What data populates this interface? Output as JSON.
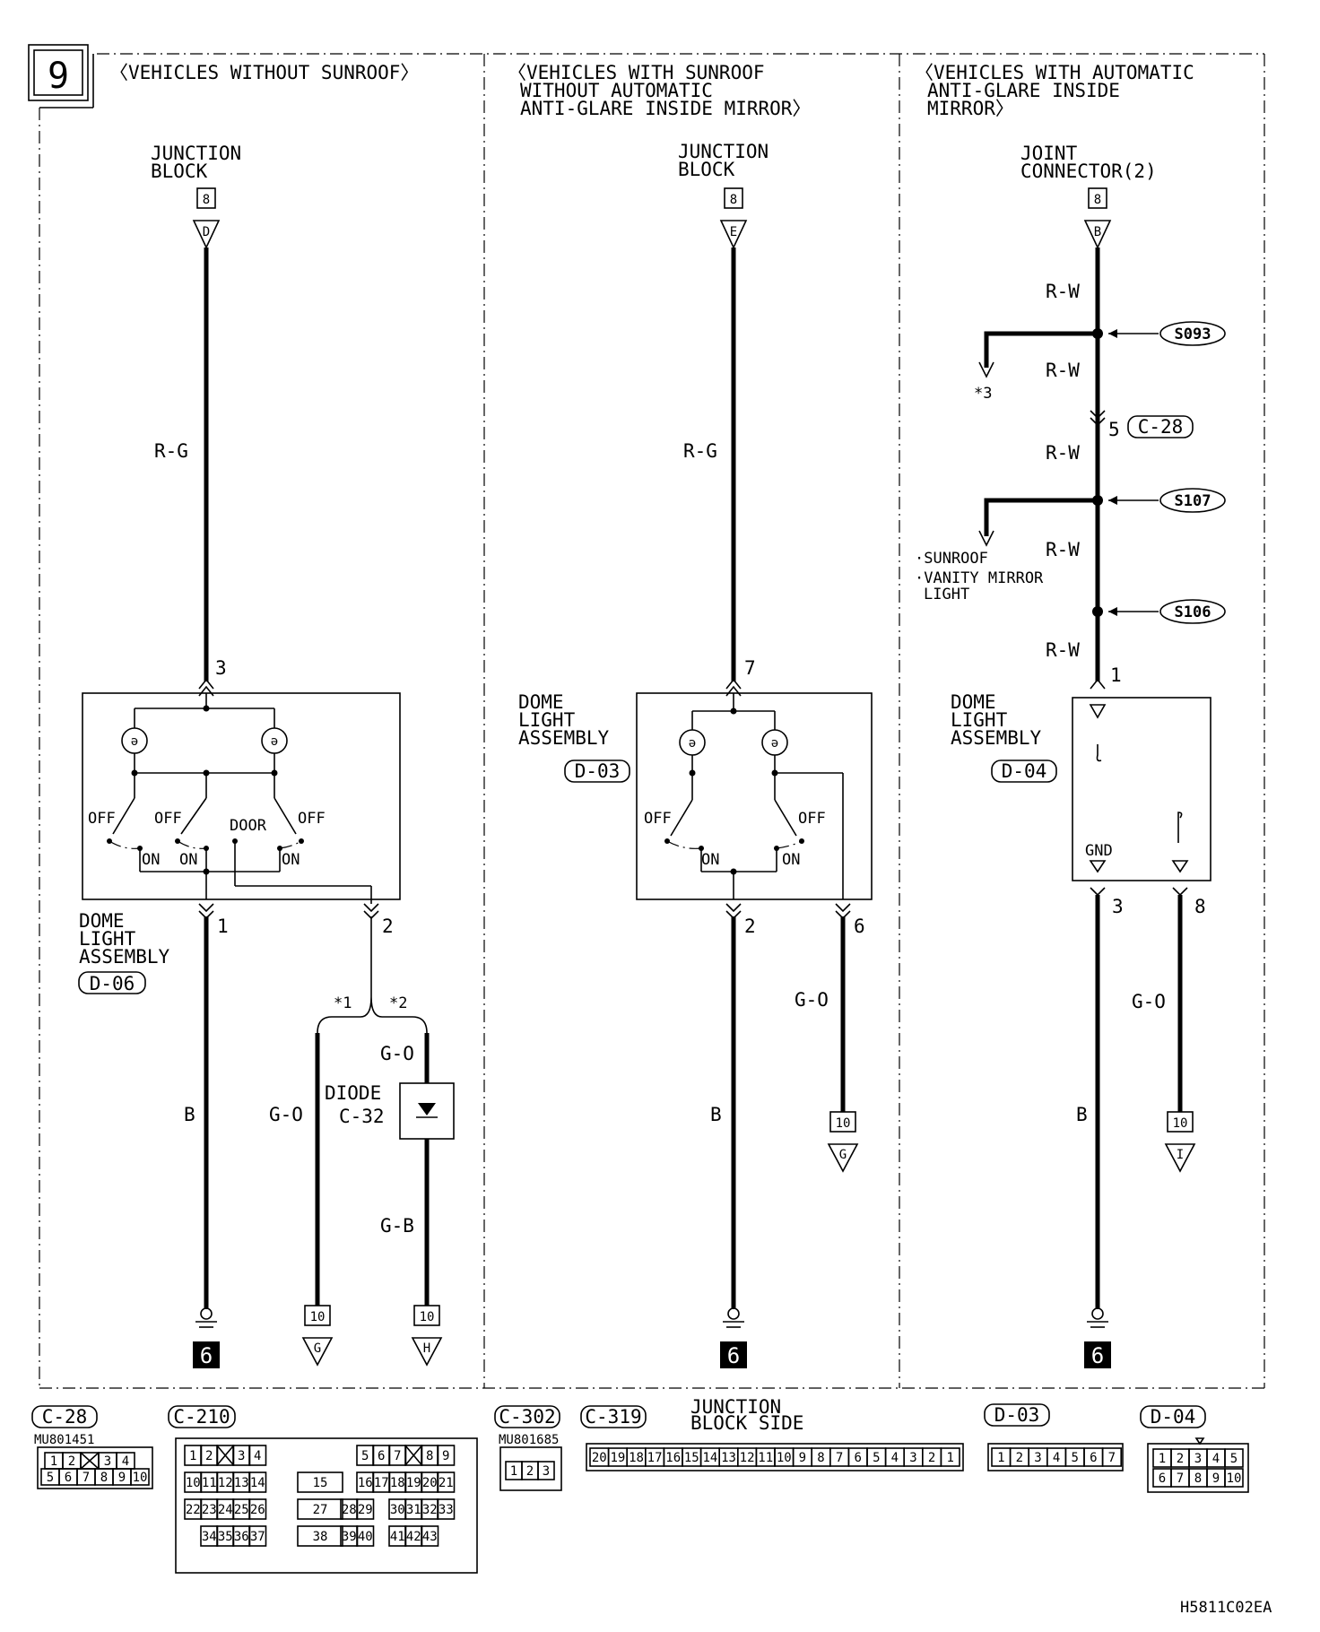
{
  "page": {
    "number": "9",
    "code": "H5811C02EA"
  },
  "sections": {
    "left": {
      "heading": "〈VEHICLES WITHOUT SUNROOF〉",
      "source": [
        "JUNCTION",
        "BLOCK"
      ],
      "source_ref": "8",
      "source_pin": "D",
      "wire_in": "R-G",
      "pin_in": "3",
      "switch_labels": [
        "OFF",
        "OFF",
        "DOOR",
        "OFF"
      ],
      "on_labels": [
        "ON",
        "ON",
        "ON"
      ],
      "assembly": [
        "DOME",
        "LIGHT",
        "ASSEMBLY"
      ],
      "assembly_ref": "D-06",
      "pin_out_1": "1",
      "pin_out_2": "2",
      "wire_ground": "B",
      "branch_1": "*1",
      "branch_2": "*2",
      "wire_go_left": "G-O",
      "wire_go_right": "G-O",
      "diode": [
        "DIODE",
        "C-32"
      ],
      "wire_gb": "G-B",
      "term_1_ref": "10",
      "term_1_pin": "G",
      "term_2_ref": "10",
      "term_2_pin": "H",
      "ground_ref": "6"
    },
    "middle": {
      "heading": [
        "〈VEHICLES WITH SUNROOF",
        "WITHOUT AUTOMATIC",
        "ANTI-GLARE INSIDE MIRROR〉"
      ],
      "source": [
        "JUNCTION",
        "BLOCK"
      ],
      "source_ref": "8",
      "source_pin": "E",
      "wire_in": "R-G",
      "pin_in": "7",
      "assembly": [
        "DOME",
        "LIGHT",
        "ASSEMBLY"
      ],
      "assembly_ref": "D-03",
      "switch_labels": [
        "OFF",
        "OFF"
      ],
      "on_labels": [
        "ON",
        "ON"
      ],
      "pin_out_1": "2",
      "pin_out_2": "6",
      "wire_ground": "B",
      "wire_go": "G-O",
      "term_ref": "10",
      "term_pin": "G",
      "ground_ref": "6"
    },
    "right": {
      "heading": [
        "〈VEHICLES WITH AUTOMATIC",
        "ANTI-GLARE INSIDE",
        "MIRROR〉"
      ],
      "source": [
        "JOINT",
        "CONNECTOR(2)"
      ],
      "source_ref": "8",
      "source_pin": "B",
      "wires": [
        "R-W",
        "R-W",
        "R-W",
        "R-W",
        "R-W"
      ],
      "splices": [
        "S093",
        "S107",
        "S106"
      ],
      "branch_note": "*3",
      "connector_pin": "5",
      "connector_ref": "C-28",
      "branch_targets": [
        "·SUNROOF",
        "·VANITY MIRROR",
        "LIGHT"
      ],
      "pin_in": "1",
      "assembly": [
        "DOME",
        "LIGHT",
        "ASSEMBLY"
      ],
      "assembly_ref": "D-04",
      "gnd_label": "GND",
      "pin_out_1": "3",
      "pin_out_2": "8",
      "wire_ground": "B",
      "wire_go": "G-O",
      "term_ref": "10",
      "term_pin": "I",
      "ground_ref": "6"
    }
  },
  "connectors": {
    "c28": {
      "ref": "C-28",
      "part": "MU801451",
      "row1": [
        "1",
        "2",
        "",
        "3",
        "4"
      ],
      "row2": [
        "5",
        "6",
        "7",
        "8",
        "9",
        "10"
      ]
    },
    "c210": {
      "ref": "C-210",
      "row1": [
        "1",
        "2",
        "",
        "3",
        "4",
        "5",
        "6",
        "7",
        "",
        "8",
        "9"
      ],
      "row2": [
        "10",
        "11",
        "12",
        "13",
        "14",
        "15",
        "16",
        "17",
        "18",
        "19",
        "20",
        "21"
      ],
      "row3": [
        "22",
        "23",
        "24",
        "25",
        "26",
        "27",
        "28",
        "29",
        "30",
        "31",
        "32",
        "33"
      ],
      "row4": [
        "34",
        "35",
        "36",
        "37",
        "38",
        "39",
        "40",
        "41",
        "42",
        "43"
      ]
    },
    "c302": {
      "ref": "C-302",
      "part": "MU801685",
      "pins": [
        "1",
        "2",
        "3"
      ]
    },
    "c319": {
      "ref": "C-319",
      "label": [
        "JUNCTION",
        "BLOCK SIDE"
      ],
      "pins": [
        "20",
        "19",
        "18",
        "17",
        "16",
        "15",
        "14",
        "13",
        "12",
        "11",
        "10",
        "9",
        "8",
        "7",
        "6",
        "5",
        "4",
        "3",
        "2",
        "1"
      ]
    },
    "d03": {
      "ref": "D-03",
      "pins": [
        "1",
        "2",
        "3",
        "4",
        "5",
        "6",
        "7"
      ]
    },
    "d04": {
      "ref": "D-04",
      "row1": [
        "1",
        "2",
        "3",
        "4",
        "5"
      ],
      "row2": [
        "6",
        "7",
        "8",
        "9",
        "10"
      ]
    }
  }
}
